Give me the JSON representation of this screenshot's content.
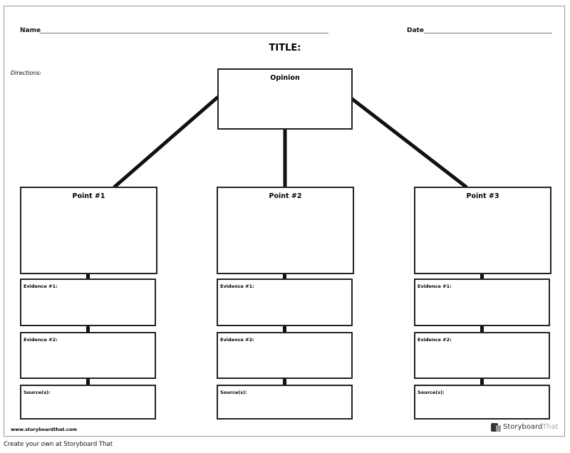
{
  "header": {
    "name_label": "Name",
    "date_label": "Date",
    "title": "TITLE:",
    "directions": "Directions:"
  },
  "opinion": {
    "label": "Opinion"
  },
  "columns": [
    {
      "point": "Point #1",
      "evidence1": "Evidence #1:",
      "evidence2": "Evidence #2:",
      "sources": "Source(s):"
    },
    {
      "point": "Point #2",
      "evidence1": "Evidence #1:",
      "evidence2": "Evidence #2:",
      "sources": "Source(s):"
    },
    {
      "point": "Point #3",
      "evidence1": "Evidence #1:",
      "evidence2": "Evidence #2:",
      "sources": "Source(s):"
    }
  ],
  "footer": {
    "url": "www.storyboardthat.com",
    "logo_text_a": "Storyboard",
    "logo_text_b": "That",
    "cta": "Create your own at Storyboard That"
  }
}
